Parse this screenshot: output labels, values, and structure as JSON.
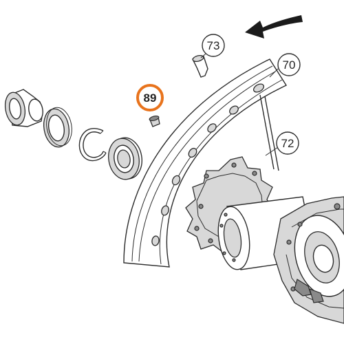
{
  "labels": {
    "part_73": "73",
    "part_70": "70",
    "part_89": "89",
    "part_72": "72"
  },
  "highlight": {
    "part": "89",
    "ring_color": "#e8731c"
  },
  "direction_arrow": {
    "icon": "left-curved-arrow-icon"
  }
}
